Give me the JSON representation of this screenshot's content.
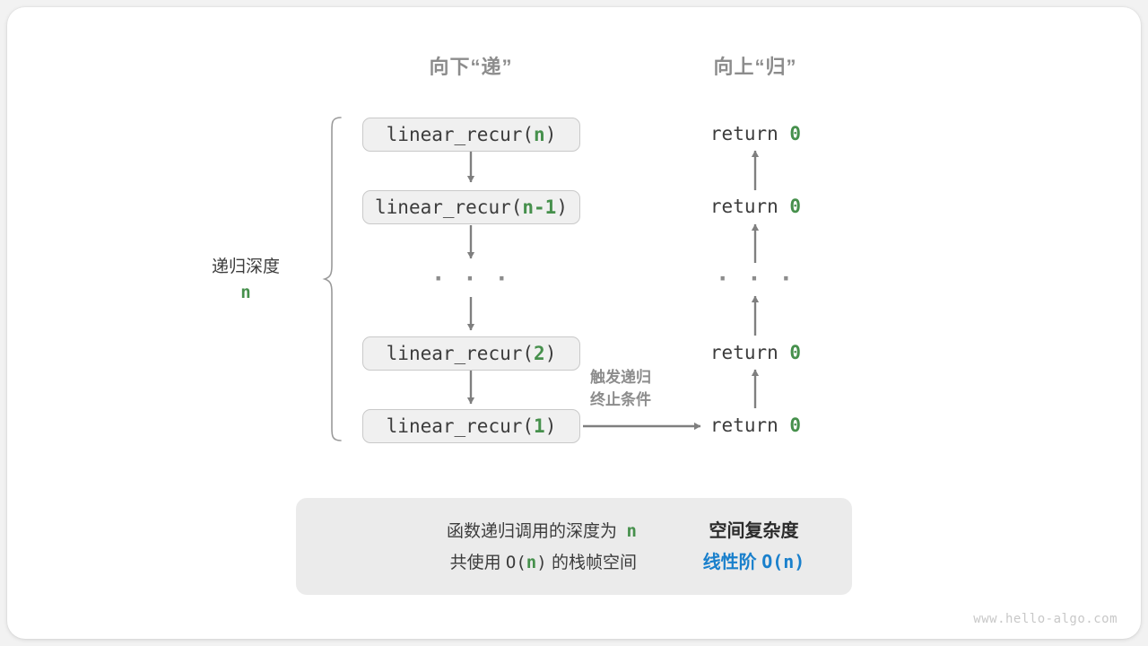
{
  "diagram": {
    "headers": {
      "down": "向下“递”",
      "up": "向上“归”"
    },
    "brace_label": {
      "line1": "递归深度",
      "line2": "n"
    },
    "trigger_note": {
      "line1": "触发递归",
      "line2": "终止条件"
    },
    "call_stack": [
      {
        "prefix": "linear_recur(",
        "arg": "n",
        "suffix": ")"
      },
      {
        "prefix": "linear_recur(",
        "arg": "n-1",
        "suffix": ")"
      },
      {
        "prefix": "linear_recur(",
        "arg": "2",
        "suffix": ")"
      },
      {
        "prefix": "linear_recur(",
        "arg": "1",
        "suffix": ")"
      }
    ],
    "returns": [
      {
        "keyword": "return",
        "value": "0"
      },
      {
        "keyword": "return",
        "value": "0"
      },
      {
        "keyword": "return",
        "value": "0"
      },
      {
        "keyword": "return",
        "value": "0"
      }
    ],
    "ellipsis": "· · ·",
    "summary": {
      "left_line1_a": "函数递归调用的深度为",
      "left_line1_n": "n",
      "left_line2_a": "共使用",
      "left_line2_o": "O(",
      "left_line2_n": "n",
      "left_line2_c": ")",
      "left_line2_b": "的栈帧空间",
      "right_title": "空间复杂度",
      "right_value_label": "线性阶",
      "right_value_expr": "O(n)"
    },
    "watermark": "www.hello-algo.com",
    "colors": {
      "accent_green": "#46904c",
      "accent_blue": "#1a80cc",
      "arrow_gray": "#7f7f7f",
      "text_gray": "#8c8c8c",
      "box_fill": "#f0f0f0",
      "box_border": "#c9c9c9",
      "panel_fill": "#ebebeb"
    }
  }
}
